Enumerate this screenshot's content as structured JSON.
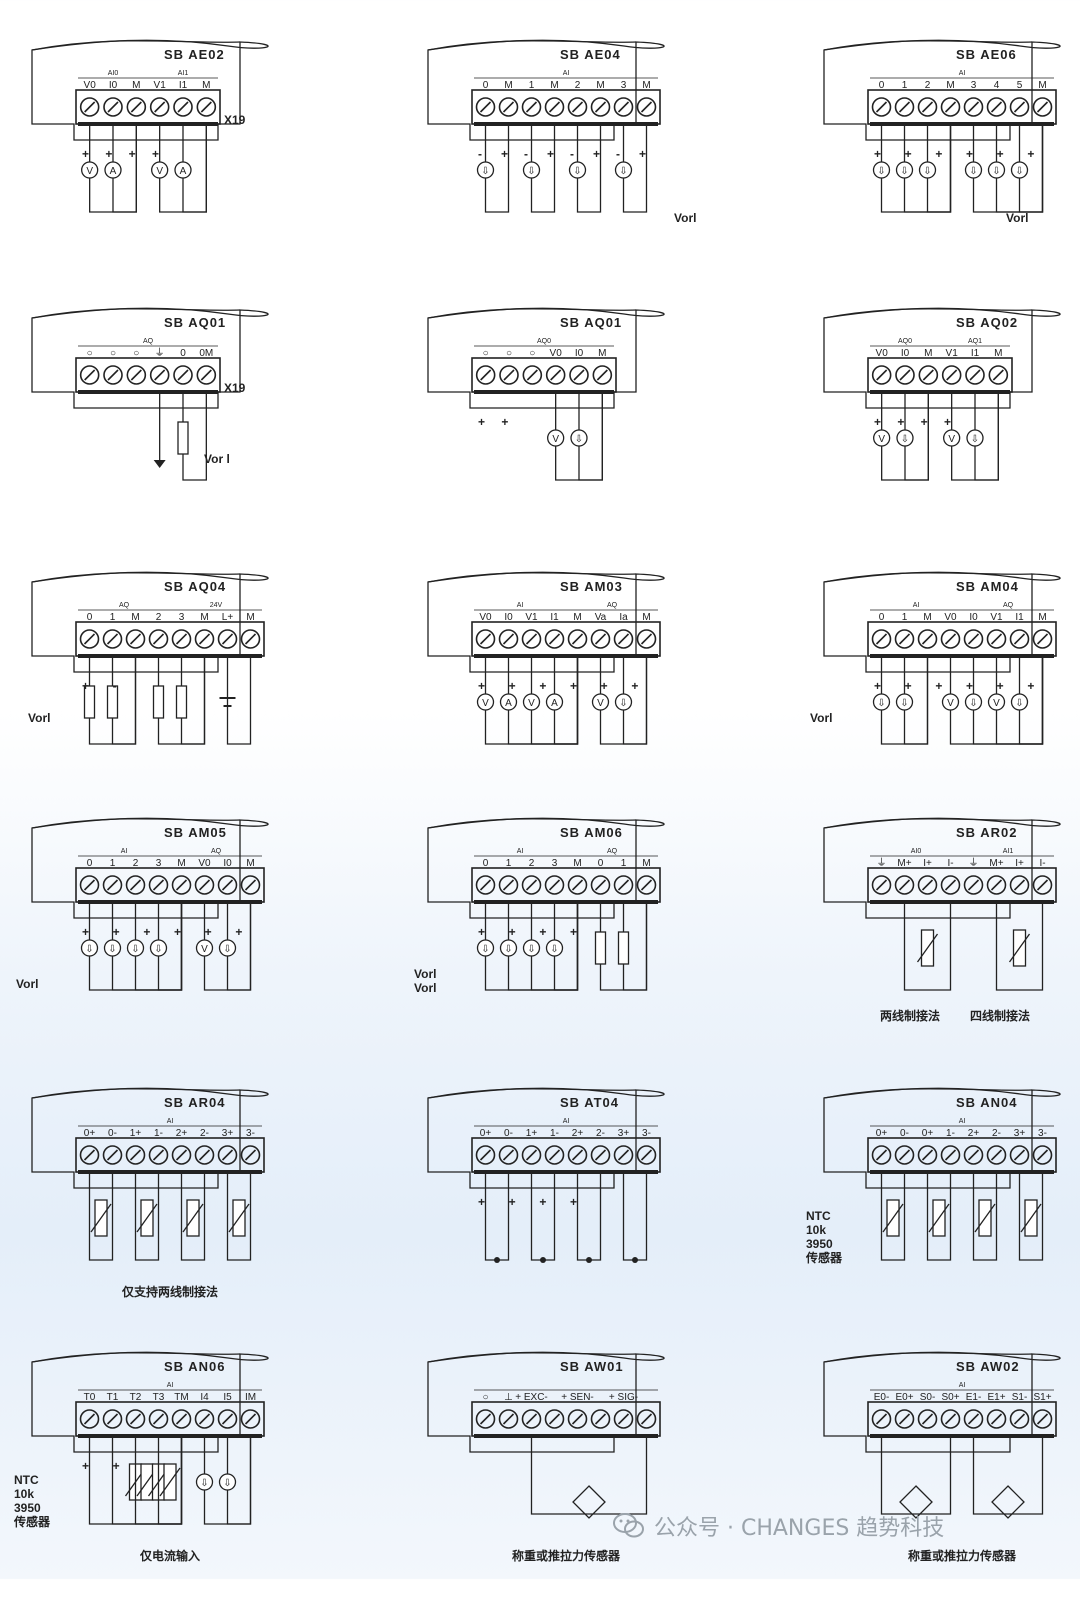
{
  "modules": [
    {
      "model": "SB AE02",
      "group_labels": [
        "AI0",
        "AI1"
      ],
      "terminals": [
        "V0",
        "I0",
        "M",
        "V1",
        "I1",
        "M"
      ],
      "side_label": "X19",
      "annotations": [],
      "caption": "",
      "probe_symbols": [
        "V",
        "A",
        "V",
        "A"
      ],
      "sign_symbols": [
        "+",
        "+",
        "+",
        "+"
      ]
    },
    {
      "model": "SB AE04",
      "group_labels": [
        "AI"
      ],
      "terminals": [
        "0",
        "M",
        "1",
        "M",
        "2",
        "M",
        "3",
        "M"
      ],
      "side_label": "",
      "annotations": [
        "Vorl"
      ],
      "caption": "",
      "probe_symbols": [],
      "sign_symbols": [
        "-",
        "+",
        "-",
        "+",
        "-",
        "+",
        "-",
        "+"
      ]
    },
    {
      "model": "SB AE06",
      "group_labels": [
        "AI"
      ],
      "terminals": [
        "0",
        "1",
        "2",
        "M",
        "3",
        "4",
        "5",
        "M"
      ],
      "side_label": "",
      "annotations": [
        "Vorl"
      ],
      "caption": "",
      "probe_symbols": [],
      "sign_symbols": [
        "+",
        "+",
        "+",
        "+",
        "+",
        "+"
      ]
    },
    {
      "model": "SB AQ01",
      "group_labels": [
        "AQ"
      ],
      "terminals": [
        "○",
        "○",
        "○",
        "⏚",
        "0",
        "0M"
      ],
      "side_label": "X19",
      "annotations": [
        "Vor l"
      ],
      "caption": "",
      "probe_symbols": [],
      "sign_symbols": []
    },
    {
      "model": "SB AQ01",
      "group_labels": [
        "AQ0"
      ],
      "terminals": [
        "○",
        "○",
        "○",
        "V0",
        "I0",
        "M"
      ],
      "side_label": "",
      "annotations": [],
      "caption": "",
      "probe_symbols": [
        "V"
      ],
      "sign_symbols": [
        "+",
        "+"
      ]
    },
    {
      "model": "SB AQ02",
      "group_labels": [
        "AQ0",
        "AQ1"
      ],
      "terminals": [
        "V0",
        "I0",
        "M",
        "V1",
        "I1",
        "M"
      ],
      "side_label": "",
      "annotations": [],
      "caption": "",
      "probe_symbols": [
        "V",
        "V"
      ],
      "sign_symbols": [
        "+",
        "+",
        "+",
        "+"
      ]
    },
    {
      "model": "SB AQ04",
      "group_labels": [
        "AQ",
        "24V"
      ],
      "terminals": [
        "0",
        "1",
        "M",
        "2",
        "3",
        "M",
        "L+",
        "M"
      ],
      "side_label": "",
      "annotations": [
        "Vorl"
      ],
      "caption": "",
      "probe_symbols": [],
      "sign_symbols": [
        "+",
        "-"
      ]
    },
    {
      "model": "SB AM03",
      "group_labels": [
        "AI",
        "AQ"
      ],
      "terminals": [
        "V0",
        "I0",
        "V1",
        "I1",
        "M",
        "Va",
        "Ia",
        "M"
      ],
      "side_label": "",
      "annotations": [],
      "caption": "",
      "probe_symbols": [
        "V",
        "A",
        "V",
        "A",
        "V"
      ],
      "sign_symbols": [
        "+",
        "+",
        "+",
        "+",
        "+",
        "+"
      ]
    },
    {
      "model": "SB AM04",
      "group_labels": [
        "AI",
        "AQ"
      ],
      "terminals": [
        "0",
        "1",
        "M",
        "V0",
        "I0",
        "V1",
        "I1",
        "M"
      ],
      "side_label": "",
      "annotations": [
        "Vorl"
      ],
      "caption": "",
      "probe_symbols": [
        "V",
        "V"
      ],
      "sign_symbols": [
        "+",
        "+",
        "+",
        "+",
        "+",
        "+"
      ]
    },
    {
      "model": "SB AM05",
      "group_labels": [
        "AI",
        "AQ"
      ],
      "terminals": [
        "0",
        "1",
        "2",
        "3",
        "M",
        "V0",
        "I0",
        "M"
      ],
      "side_label": "",
      "annotations": [
        "Vorl"
      ],
      "caption": "",
      "probe_symbols": [
        "V"
      ],
      "sign_symbols": [
        "+",
        "+",
        "+",
        "+",
        "+",
        "+"
      ]
    },
    {
      "model": "SB AM06",
      "group_labels": [
        "AI",
        "AQ"
      ],
      "terminals": [
        "0",
        "1",
        "2",
        "3",
        "M",
        "0",
        "1",
        "M"
      ],
      "side_label": "",
      "annotations": [
        "Vorl",
        "Vorl"
      ],
      "caption": "",
      "probe_symbols": [],
      "sign_symbols": [
        "+",
        "+",
        "+",
        "+"
      ]
    },
    {
      "model": "SB AR02",
      "group_labels": [
        "AI0",
        "AI1"
      ],
      "terminals": [
        "⏚",
        "M+",
        "I+",
        "I-",
        "⏚",
        "M+",
        "I+",
        "I-"
      ],
      "side_label": "",
      "annotations": [],
      "caption": "",
      "captions2": [
        "两线制接法",
        "四线制接法"
      ],
      "probe_symbols": [],
      "sign_symbols": []
    },
    {
      "model": "SB AR04",
      "group_labels": [
        "AI"
      ],
      "terminals": [
        "0+",
        "0-",
        "1+",
        "1-",
        "2+",
        "2-",
        "3+",
        "3-"
      ],
      "side_label": "",
      "annotations": [],
      "caption": "仅支持两线制接法",
      "probe_symbols": [],
      "sign_symbols": []
    },
    {
      "model": "SB AT04",
      "group_labels": [
        "AI"
      ],
      "terminals": [
        "0+",
        "0-",
        "1+",
        "1-",
        "2+",
        "2-",
        "3+",
        "3-"
      ],
      "side_label": "",
      "annotations": [],
      "caption": "",
      "probe_symbols": [],
      "sign_symbols": [
        "+",
        "+",
        "+",
        "+"
      ]
    },
    {
      "model": "SB AN04",
      "group_labels": [
        "AI"
      ],
      "terminals": [
        "0+",
        "0-",
        "0+",
        "1-",
        "2+",
        "2-",
        "3+",
        "3-"
      ],
      "side_label": "",
      "annotations": [
        "NTC",
        "10k",
        "3950",
        "传感器"
      ],
      "caption": "",
      "probe_symbols": [],
      "sign_symbols": []
    },
    {
      "model": "SB AN06",
      "group_labels": [
        "AI"
      ],
      "terminals": [
        "T0",
        "T1",
        "T2",
        "T3",
        "TM",
        "I4",
        "I5",
        "IM"
      ],
      "side_label": "",
      "annotations": [
        "NTC",
        "10k",
        "3950",
        "传感器"
      ],
      "caption": "仅电流输入",
      "probe_symbols": [],
      "sign_symbols": [
        "+",
        "+"
      ]
    },
    {
      "model": "SB AW01",
      "group_labels": [],
      "terminals": [
        "○",
        "⊥",
        "+ EXC-",
        "",
        "+ SEN-",
        "",
        "+ SIG-",
        ""
      ],
      "side_label": "",
      "annotations": [],
      "caption": "称重或推拉力传感器",
      "probe_symbols": [],
      "sign_symbols": []
    },
    {
      "model": "SB AW02",
      "group_labels": [
        "AI"
      ],
      "terminals": [
        "E0-",
        "E0+",
        "S0-",
        "S0+",
        "E1-",
        "E1+",
        "S1-",
        "S1+"
      ],
      "side_label": "",
      "annotations": [],
      "caption": "称重或推拉力传感器",
      "probe_symbols": [],
      "sign_symbols": []
    }
  ],
  "watermark": {
    "text": "公众号 · CHANGES 趋势科技"
  },
  "colors": {
    "line": "#222222",
    "background_top": "#ffffff",
    "background_bottom": "#e4eef9",
    "watermark": "#9aa3ab"
  }
}
